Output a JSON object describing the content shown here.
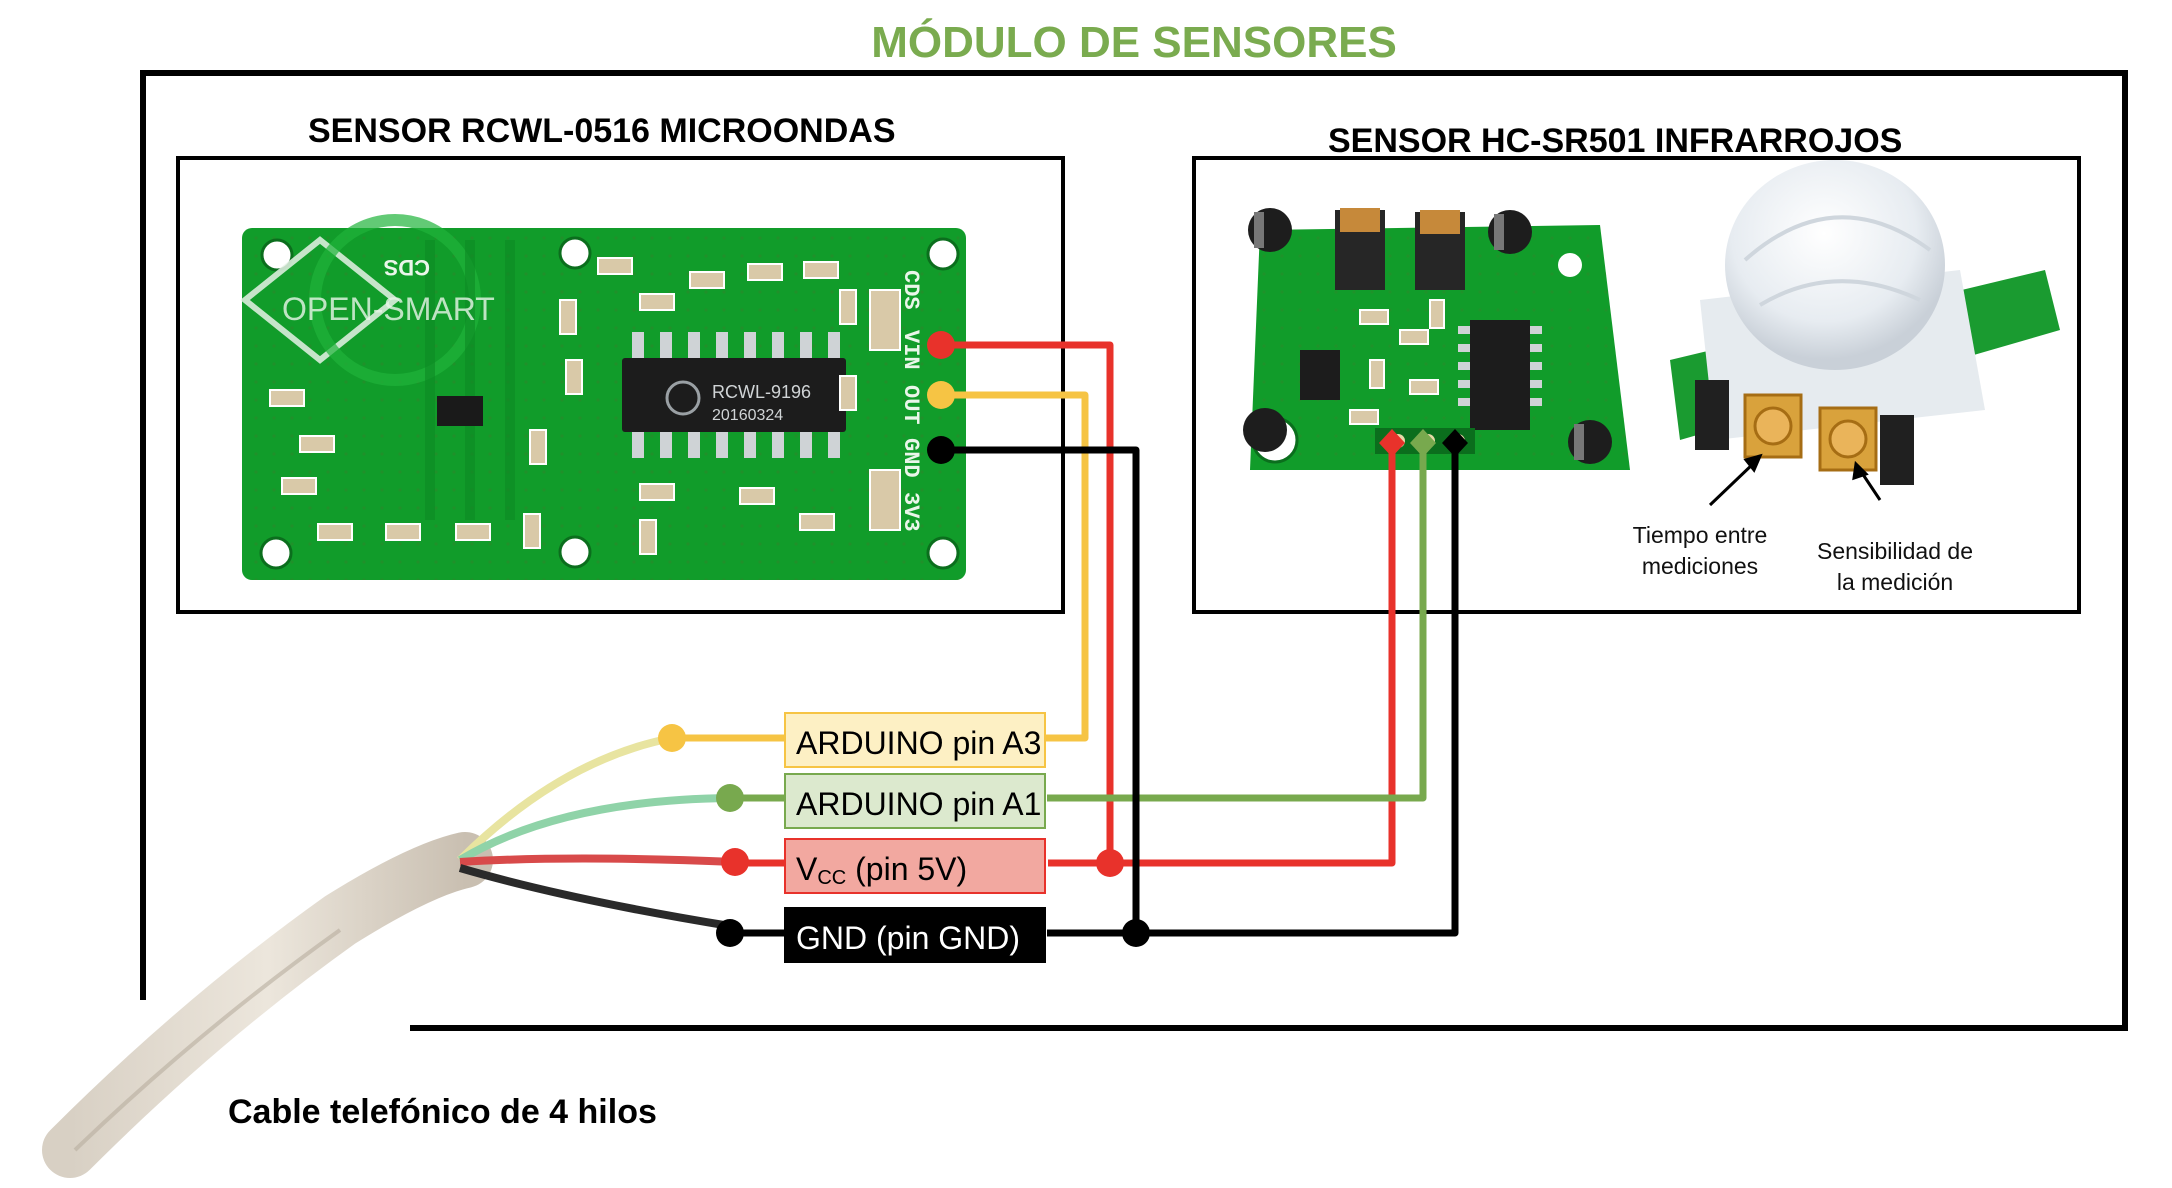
{
  "title": "MÓDULO DE SENSORES",
  "sensors": {
    "microwave": {
      "title": "SENSOR RCWL-0516 MICROONDAS",
      "board_brand": "OPEN-SMART",
      "chip_label": "RCWL-9196",
      "chip_date": "20160324",
      "pin_labels": [
        "CDS",
        "VIN",
        "OUT",
        "GND",
        "3V3"
      ],
      "silk_cds": "CDS"
    },
    "infrared": {
      "title": "SENSOR HC-SR501 INFRARROJOS",
      "annotation_time_line1": "Tiempo entre",
      "annotation_time_line2": "mediciones",
      "annotation_sens_line1": "Sensibilidad de",
      "annotation_sens_line2": "la medición"
    }
  },
  "connections": {
    "a3": {
      "label": "ARDUINO pin A3",
      "color": "#f6c444",
      "fill": "#fdf0c4"
    },
    "a1": {
      "label": "ARDUINO pin A1",
      "color": "#78a94e",
      "fill": "#dce9ce"
    },
    "vcc": {
      "label_main": "V",
      "label_sub": "CC",
      "label_rest": " (pin 5V)",
      "color": "#e8322b",
      "fill": "#f2a8a0"
    },
    "gnd": {
      "label": "GND (pin GND)",
      "color": "#000000",
      "fill": "#000000"
    }
  },
  "cable_caption": "Cable telefónico de 4 hilos"
}
